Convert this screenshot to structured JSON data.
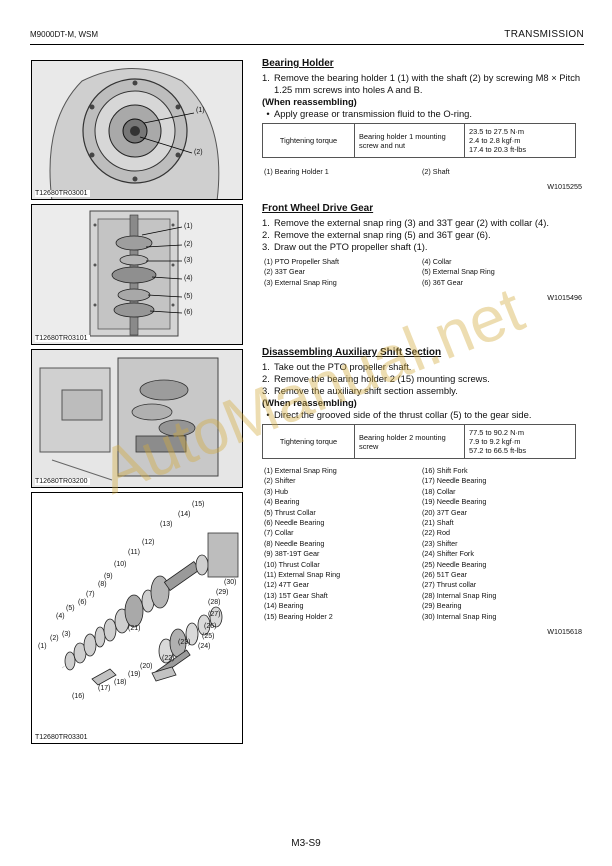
{
  "header": {
    "left": "M9000DT-M, WSM",
    "right": "TRANSMISSION"
  },
  "footer": {
    "page": "M3-S9"
  },
  "watermark": "AutoManual.net",
  "figures": [
    {
      "caption": "T12680TR03001",
      "callouts": [
        "(1)",
        "(2)"
      ]
    },
    {
      "caption": "T12680TR03101",
      "callouts": [
        "(1)",
        "(2)",
        "(3)",
        "(4)",
        "(5)",
        "(6)"
      ]
    },
    {
      "caption": "T12680TR03200",
      "callouts": []
    },
    {
      "caption": "T12680TR03301",
      "callouts": [
        "(1)",
        "(2)",
        "(3)",
        "(4)",
        "(5)",
        "(6)",
        "(7)",
        "(8)",
        "(9)",
        "(10)",
        "(11)",
        "(12)",
        "(13)",
        "(14)",
        "(15)",
        "(16)",
        "(17)",
        "(18)",
        "(19)",
        "(20)",
        "(21)",
        "(22)",
        "(23)",
        "(24)",
        "(25)",
        "(26)",
        "(27)",
        "(28)",
        "(29)",
        "(30)"
      ]
    }
  ],
  "sections": {
    "bearing_holder": {
      "title": "Bearing Holder",
      "step1_num": "1.",
      "step1_text": "Remove the bearing holder 1 (1) with the shaft (2) by screwing M8 × Pitch 1.25 mm screws into holes A and B.",
      "reassembling": "(When reassembling)",
      "bullet": "Apply grease or transmission fluid to the O-ring.",
      "torque": {
        "label": "Tightening torque",
        "item": "Bearing holder 1 mounting screw and nut",
        "values": [
          "23.5 to 27.5 N·m",
          "2.4 to 2.8 kgf·m",
          "17.4 to 20.3 ft-lbs"
        ]
      },
      "parts": [
        "(1) Bearing Holder 1",
        "(2) Shaft"
      ],
      "code": "W1015255"
    },
    "front_wheel": {
      "title": "Front Wheel Drive Gear",
      "steps": [
        {
          "num": "1.",
          "text": "Remove the external snap ring (3) and 33T gear (2) with collar (4)."
        },
        {
          "num": "2.",
          "text": "Remove the external snap ring (5) and 36T gear (6)."
        },
        {
          "num": "3.",
          "text": "Draw out the PTO propeller shaft (1)."
        }
      ],
      "parts": [
        "(1) PTO Propeller Shaft",
        "(4) Collar",
        "(2) 33T Gear",
        "(5) External Snap Ring",
        "(3) External Snap Ring",
        "(6) 36T Gear"
      ],
      "code": "W1015496"
    },
    "aux_shift": {
      "title": "Disassembling Auxiliary Shift Section",
      "steps": [
        {
          "num": "1.",
          "text": "Take out the PTO propeller shaft."
        },
        {
          "num": "2.",
          "text": "Remove the bearing holder 2 (15) mounting screws."
        },
        {
          "num": "3.",
          "text": "Remove the auxiliary shift section assembly."
        }
      ],
      "reassembling": "(When reassembling)",
      "bullet": "Direct the grooved side of the thrust collar (5) to the gear side.",
      "torque": {
        "label": "Tightening torque",
        "item": "Bearing holder 2 mounting screw",
        "values": [
          "77.5 to 90.2 N·m",
          "7.9 to 9.2 kgf·m",
          "57.2 to 66.5 ft-lbs"
        ]
      },
      "parts": [
        "(1) External Snap Ring",
        "(16) Shift Fork",
        "(2) Shifter",
        "(17) Needle Bearing",
        "(3) Hub",
        "(18) Collar",
        "(4) Bearing",
        "(19) Needle Bearing",
        "(5) Thrust Collar",
        "(20) 37T Gear",
        "(6) Needle Bearing",
        "(21) Shaft",
        "(7) Collar",
        "(22) Rod",
        "(8) Needle Bearing",
        "(23) Shifter",
        "(9) 38T-19T Gear",
        "(24) Shifter Fork",
        "(10) Thrust Collar",
        "(25) Needle Bearing",
        "(11) External Snap Ring",
        "(26) 51T Gear",
        "(12) 47T Gear",
        "(27) Thrust collar",
        "(13) 15T Gear Shaft",
        "(28) Internal Snap Ring",
        "(14) Bearing",
        "(29) Bearing",
        "(15) Bearing Holder 2",
        "(30) Internal Snap Ring"
      ],
      "code": "W1015618"
    }
  }
}
